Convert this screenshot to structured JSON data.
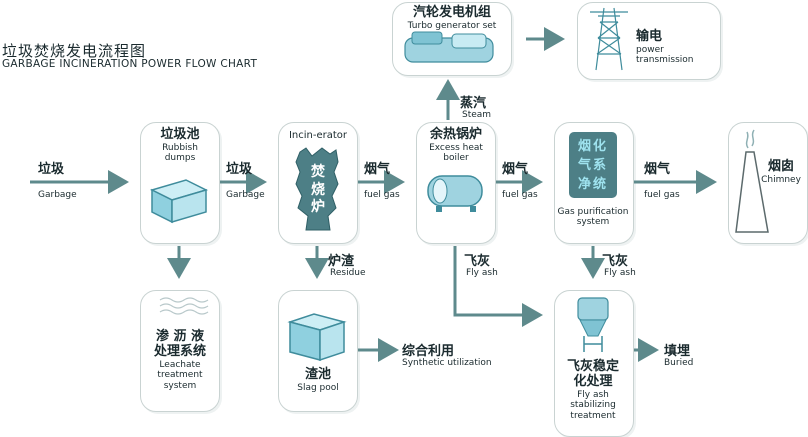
{
  "title": {
    "cn": "垃圾焚烧发电流程图",
    "en": "GARBAGE INCINERATION POWER FLOW CHART"
  },
  "colors": {
    "arrow": "#5e8a8c",
    "box_border": "#c9d3d2",
    "teal": "#4d7f86",
    "light_teal": "#9fd3e0"
  },
  "nodes": {
    "rubbish_dumps": {
      "cn": "垃圾池",
      "en_1": "Rubbish",
      "en_2": "dumps"
    },
    "incinerator": {
      "en": "Incin-erator",
      "cn_1": "焚",
      "cn_2": "烧",
      "cn_3": "炉"
    },
    "boiler": {
      "cn": "余热锅炉",
      "en_1": "Excess heat",
      "en_2": "boiler"
    },
    "gas_purification": {
      "cn_1": "烟化",
      "cn_2": "气系",
      "cn_3": "净统",
      "en_1": "Gas purification",
      "en_2": "system"
    },
    "chimney": {
      "cn": "烟囱",
      "en": "Chimney"
    },
    "turbo": {
      "cn": "汽轮发电机组",
      "en": "Turbo generator set"
    },
    "power": {
      "cn": "输电",
      "en_1": "power",
      "en_2": "transmission"
    },
    "leachate": {
      "cn_1": "渗 沥 液",
      "cn_2": "处理系统",
      "en_1": "Leachate",
      "en_2": "treatment",
      "en_3": "system"
    },
    "slag_pool": {
      "cn": "渣池",
      "en": "Slag pool"
    },
    "fly_ash_stabilizing": {
      "cn_1": "飞灰稳定",
      "cn_2": "化处理",
      "en_1": "Fly ash",
      "en_2": "stabilizing",
      "en_3": "treatment"
    }
  },
  "edges": {
    "garbage_in": {
      "cn": "垃圾",
      "en": "Garbage"
    },
    "garbage_2": {
      "cn": "垃圾",
      "en": "Garbage"
    },
    "flue_1": {
      "cn": "烟气",
      "en": "fuel gas"
    },
    "flue_2": {
      "cn": "烟气",
      "en": "fuel gas"
    },
    "flue_3": {
      "cn": "烟气",
      "en": "fuel gas"
    },
    "steam": {
      "cn": "蒸汽",
      "en": "Steam"
    },
    "residue": {
      "cn": "炉渣",
      "en": "Residue"
    },
    "fly_ash_1": {
      "cn": "飞灰",
      "en": "Fly ash"
    },
    "fly_ash_2": {
      "cn": "飞灰",
      "en": "Fly ash"
    },
    "synthetic": {
      "cn": "综合利用",
      "en": "Synthetic utilization"
    },
    "buried": {
      "cn": "填埋",
      "en": "Buried"
    }
  }
}
